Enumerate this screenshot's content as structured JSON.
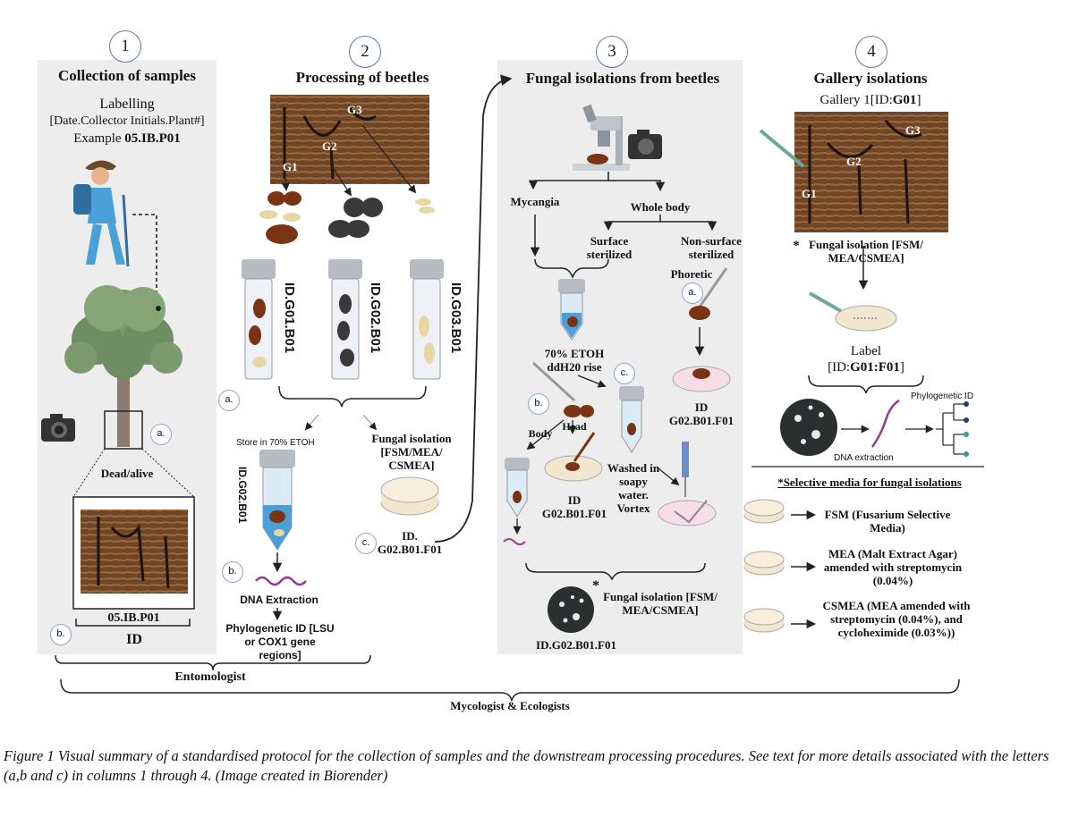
{
  "panel1": {
    "number": "1",
    "title": "Collection of samples",
    "labelling": "Labelling",
    "format": "[Date.Collector Initials.Plant#]",
    "example_prefix": "Example ",
    "example_code": "05.IB.P01",
    "dead_alive": "Dead/alive",
    "sample_id": "05.IB.P01",
    "id": "ID",
    "label_a": "a.",
    "label_b": "b."
  },
  "panel2": {
    "number": "2",
    "title": "Processing of beetles",
    "galleries": [
      "G1",
      "G2",
      "G3"
    ],
    "tubes": [
      "ID.G01.B01",
      "ID.G02.B01",
      "ID.G03.B01"
    ],
    "store": "Store in 70% ETOH",
    "store_tube": "ID.G02.B01",
    "dna": "DNA Extraction",
    "phylo": "Phylogenetic ID [LSU or COX1 gene regions]",
    "fungal": "Fungal isolation [FSM/MEA/ CSMEA]",
    "plate_id": "ID. G02.B01.F01",
    "label_a": "a.",
    "label_b": "b.",
    "label_c": "c."
  },
  "panel3": {
    "number": "3",
    "title": "Fungal isolations from beetles",
    "mycangia": "Mycangia",
    "whole_body": "Whole body",
    "surface": "Surface sterilized",
    "non_surface": "Non-surface sterilized",
    "phoretic": "Phoretic",
    "etoh": "70% ETOH ddH20 rise",
    "body": "Body",
    "head": "Head",
    "washed": "Washed in soapy water. Vortex",
    "id_left": "ID G02.B01.F01",
    "id_right": "ID G02.B01.F01",
    "fungal": "Fungal isolation [FSM/ MEA/CSMEA]",
    "plate_id": "ID.G02.B01.F01",
    "asterisk": "*",
    "label_a": "a.",
    "label_b": "b.",
    "label_c": "c."
  },
  "panel4": {
    "number": "4",
    "title": "Gallery isolations",
    "gallery_prefix": "Gallery 1[ID:",
    "gallery_code": "G01",
    "gallery_suffix": "]",
    "galleries": [
      "G1",
      "G2",
      "G3"
    ],
    "fungal": "Fungal isolation [FSM/ MEA/CSMEA]",
    "label_word": "Label",
    "label_prefix": "[ID:",
    "label_code": "G01:F01",
    "label_suffix": "]",
    "phylo": "Phylogenetic ID",
    "dna": "DNA extraction",
    "selective_title": "*Selective media for fungal isolations",
    "media": [
      "FSM (Fusarium Selective Media)",
      "MEA (Malt Extract Agar) amended with streptomycin (0.04%)",
      "CSMEA (MEA amended with streptomycin (0.04%), and cycloheximide (0.03%))"
    ],
    "asterisk": "*"
  },
  "bottom": {
    "entomologist": "Entomologist",
    "mycologist": "Mycologist & Ecologists"
  },
  "caption": "Figure 1 Visual summary of a standardised protocol for the collection of samples and the downstream processing procedures. See text for more details associated with the letters (a,b and c) in columns 1 through 4. (Image created in Biorender)",
  "colors": {
    "panel": "#ededee",
    "circle": "#5b7bb5",
    "bark": "#6e4526",
    "beetle": "#7a3414",
    "agar": "#f3e6cf"
  }
}
